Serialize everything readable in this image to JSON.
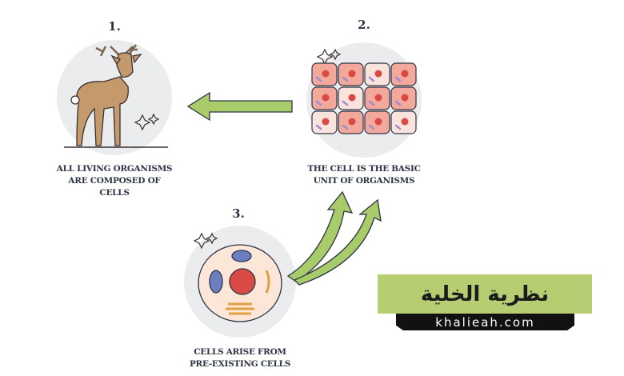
{
  "steps": [
    {
      "number": "1.",
      "label_lines": [
        "ALL LIVING ORGANISMS",
        "ARE COMPOSED OF",
        "CELLS"
      ]
    },
    {
      "number": "2.",
      "label_lines": [
        "THE CELL IS THE BASIC",
        "UNIT OF ORGANISMS"
      ]
    },
    {
      "number": "3.",
      "label_lines": [
        "CELLS ARISE FROM",
        "PRE-EXISTING CELLS"
      ]
    }
  ],
  "banner": {
    "title": "نظرية الخلية",
    "site": "khalieah.com"
  },
  "colors": {
    "arrow": "#a9cc6a",
    "banner": "#b6cd72",
    "circle": "#ebeced",
    "text": "#2e3446",
    "cell": "#f3a89c",
    "nucleus": "#d94a45"
  }
}
